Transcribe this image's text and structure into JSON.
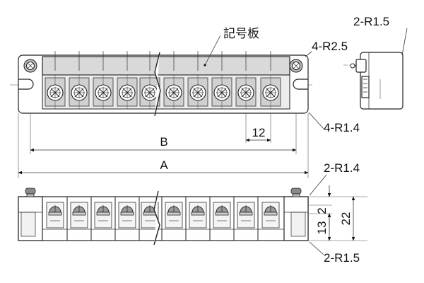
{
  "labels": {
    "nameplate": "記号板",
    "r25": "4-R2.5",
    "r15_top": "2-R1.5",
    "r14_mid": "4-R1.4",
    "r14_low": "2-R1.4",
    "r15_low": "2-R1.5",
    "dim_a": "A",
    "dim_b": "B",
    "dim_12": "12",
    "dim_2": "2",
    "dim_13": "13",
    "dim_22": "22"
  }
}
